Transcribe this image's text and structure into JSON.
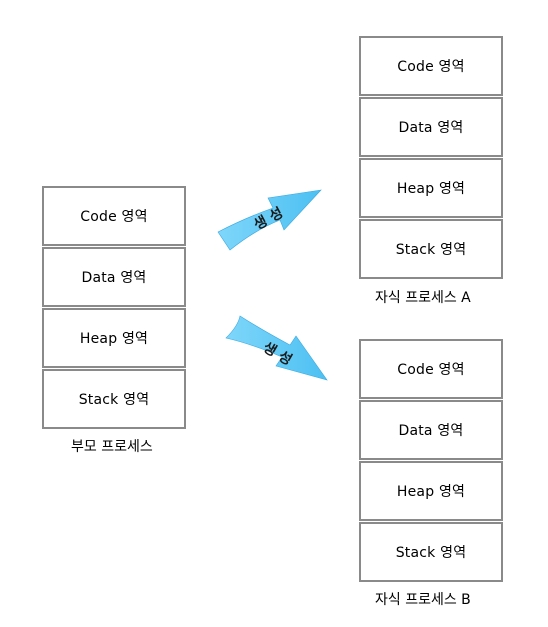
{
  "parent": {
    "segments": [
      "Code 영역",
      "Data 영역",
      "Heap 영역",
      "Stack 영역"
    ],
    "caption": "부모 프로세스"
  },
  "child_a": {
    "segments": [
      "Code 영역",
      "Data 영역",
      "Heap 영역",
      "Stack 영역"
    ],
    "caption": "자식 프로세스 A"
  },
  "child_b": {
    "segments": [
      "Code 영역",
      "Data 영역",
      "Heap 영역",
      "Stack 영역"
    ],
    "caption": "자식 프로세스 B"
  },
  "arrows": {
    "upper_label": "생 성",
    "lower_label": "생 성",
    "color": "#5bc8f5",
    "edge_color": "#3aa8e0"
  },
  "colors": {
    "box_border": "#8a8a8a",
    "text": "#000000"
  }
}
